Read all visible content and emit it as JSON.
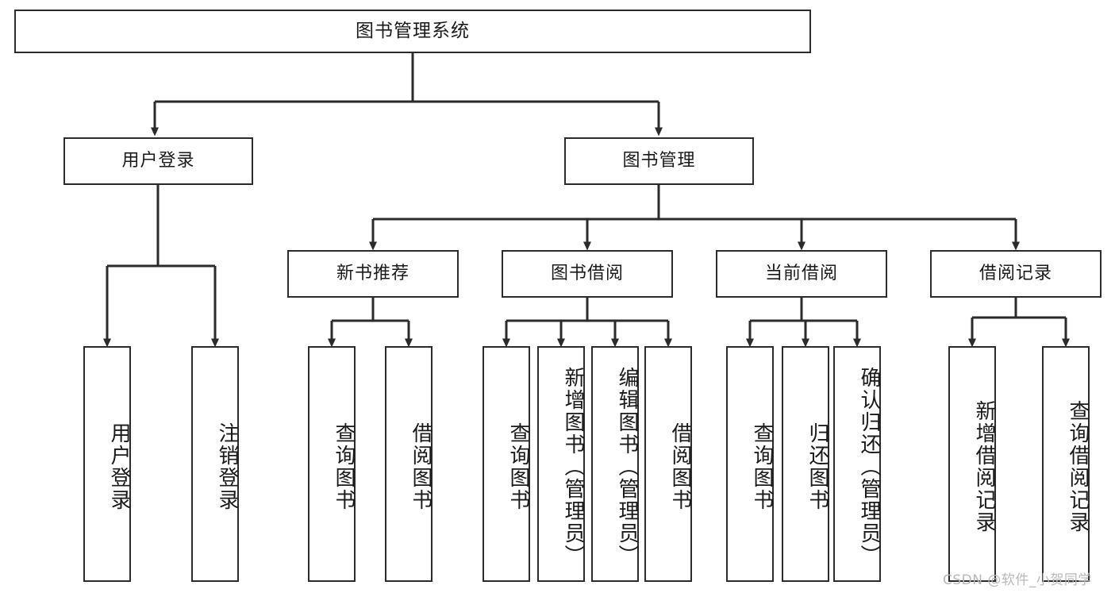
{
  "diagram": {
    "title": "图书管理系统",
    "type": "tree-hierarchy-diagram",
    "watermark": "CSDN @软件_小贺同学",
    "colors": {
      "stroke": "#2b2b2b",
      "fill": "#ffffff",
      "text": "#1a1a1a",
      "watermark": "#b8b8b8"
    },
    "levels": {
      "root": {
        "label": "图书管理系统"
      },
      "level2": [
        {
          "label": "用户登录"
        },
        {
          "label": "图书管理"
        }
      ],
      "level3": [
        {
          "label": "新书推荐"
        },
        {
          "label": "图书借阅"
        },
        {
          "label": "当前借阅"
        },
        {
          "label": "借阅记录"
        }
      ],
      "leaves": {
        "user_login": [
          {
            "label": "用户登录"
          },
          {
            "label": "注销登录"
          }
        ],
        "new_book_recommend": [
          {
            "label": "查询图书"
          },
          {
            "label": "借阅图书"
          }
        ],
        "book_borrow": [
          {
            "label": "查询图书"
          },
          {
            "label": "新增图书（管理员）"
          },
          {
            "label": "编辑图书（管理员）"
          },
          {
            "label": "借阅图书"
          }
        ],
        "current_borrow": [
          {
            "label": "查询图书"
          },
          {
            "label": "归还图书"
          },
          {
            "label": "确认归还（管理员）"
          }
        ],
        "borrow_record": [
          {
            "label": "新增借阅记录"
          },
          {
            "label": "查询借阅记录"
          }
        ]
      }
    }
  }
}
